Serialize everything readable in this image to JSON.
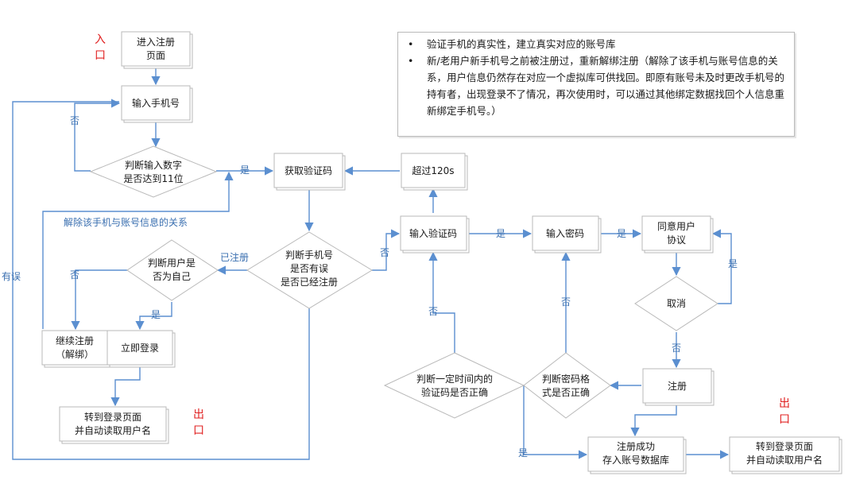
{
  "markers": {
    "entry": "入口",
    "exit": "出口"
  },
  "nodes": {
    "enter_register": [
      "进入注册",
      "页面"
    ],
    "input_phone": [
      "输入手机号"
    ],
    "judge_11": [
      "判断输入数字",
      "是否达到11位"
    ],
    "get_code": [
      "获取验证码"
    ],
    "over_120": [
      "超过120s"
    ],
    "judge_phone": [
      "判断手机号",
      "是否有误",
      "是否已经注册"
    ],
    "judge_self": [
      "判断用户是",
      "否为自己"
    ],
    "continue_reg": [
      "继续注册",
      "（解绑）"
    ],
    "login_now": [
      "立即登录"
    ],
    "goto_login_left": [
      "转到登录页面",
      "并自动读取用户名"
    ],
    "input_code": [
      "输入验证码"
    ],
    "input_pwd": [
      "输入密码"
    ],
    "agree": [
      "同意用户",
      "协议"
    ],
    "cancel": [
      "取消"
    ],
    "register": [
      "注册"
    ],
    "judge_code_time": [
      "判断一定时间内的",
      "验证码是否正确"
    ],
    "judge_pwd": [
      "判断密码格",
      "式是否正确"
    ],
    "reg_success": [
      "注册成功",
      "存入账号数据库"
    ],
    "goto_login_right": [
      "转到登录页面",
      "并自动读取用户名"
    ]
  },
  "edge_labels": {
    "no_left": "否",
    "yes_getcode": "是",
    "unbind": "解除该手机与账号信息的关系",
    "registered": "已注册",
    "no_self": "否",
    "yes_self": "是",
    "no_to_code": "否",
    "has_error": "有误",
    "yes_pwd": "是",
    "yes_agree": "是",
    "yes_cancel": "是",
    "no_cancel": "否",
    "no_code": "否",
    "no_pwd": "否",
    "yes_success": "是"
  },
  "notes": [
    "验证手机的真实性，建立真实对应的账号库",
    "新/老用户新手机号之前被注册过，重新解绑注册（解除了该手机与账号信息的关系，用户信息仍然存在对应一个虚拟库可供找回。即原有账号未及时更改手机号的持有者，出现登录不了情况，再次使用时，可以通过其他绑定数据找回个人信息重新绑定手机号。）"
  ],
  "bullet": "•",
  "colors": {
    "line": "#5b8fd0",
    "label": "#3a6fb0",
    "marker": "#e02020",
    "border": "#b9b9b9"
  }
}
